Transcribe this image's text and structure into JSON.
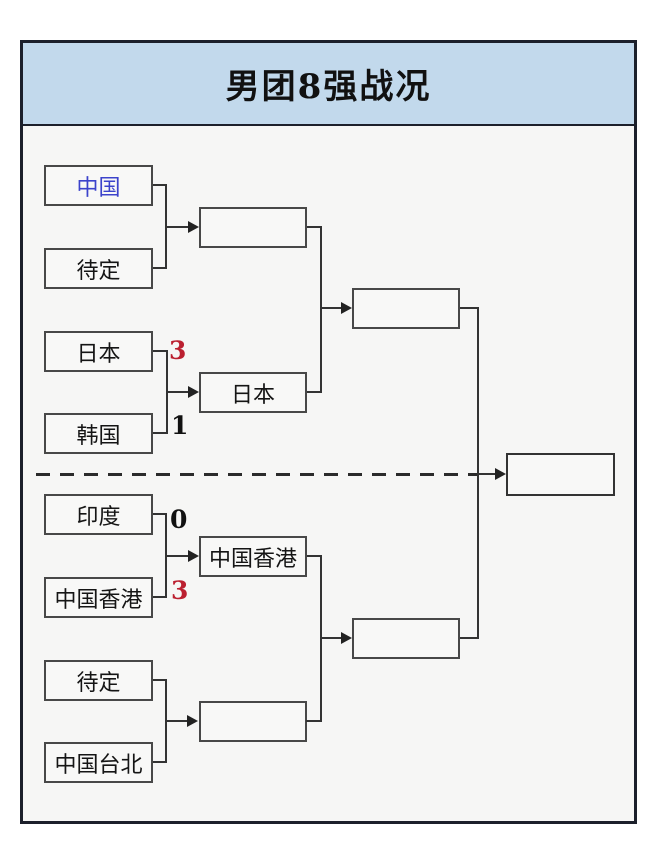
{
  "title": "男团8强战况",
  "rounds": {
    "quarterfinals": [
      {
        "team1": "中国",
        "team2": "待定",
        "score1": "",
        "score2": "",
        "winner": ""
      },
      {
        "team1": "日本",
        "team2": "韩国",
        "score1": "3",
        "score2": "1",
        "winner": "日本"
      },
      {
        "team1": "印度",
        "team2": "中国香港",
        "score1": "0",
        "score2": "3",
        "winner": "中国香港"
      },
      {
        "team1": "待定",
        "team2": "中国台北",
        "score1": "",
        "score2": "",
        "winner": ""
      }
    ],
    "semifinals": [
      "",
      ""
    ],
    "final": ""
  },
  "colors": {
    "header_bg": "#c2d9ec",
    "frame_border": "#1c202b",
    "content_bg": "#f6f6f5",
    "box_border": "#484848",
    "line": "#333333",
    "team_china_text": "#3c43cb",
    "score_highlight": "#bb2030",
    "text": "#151515"
  }
}
